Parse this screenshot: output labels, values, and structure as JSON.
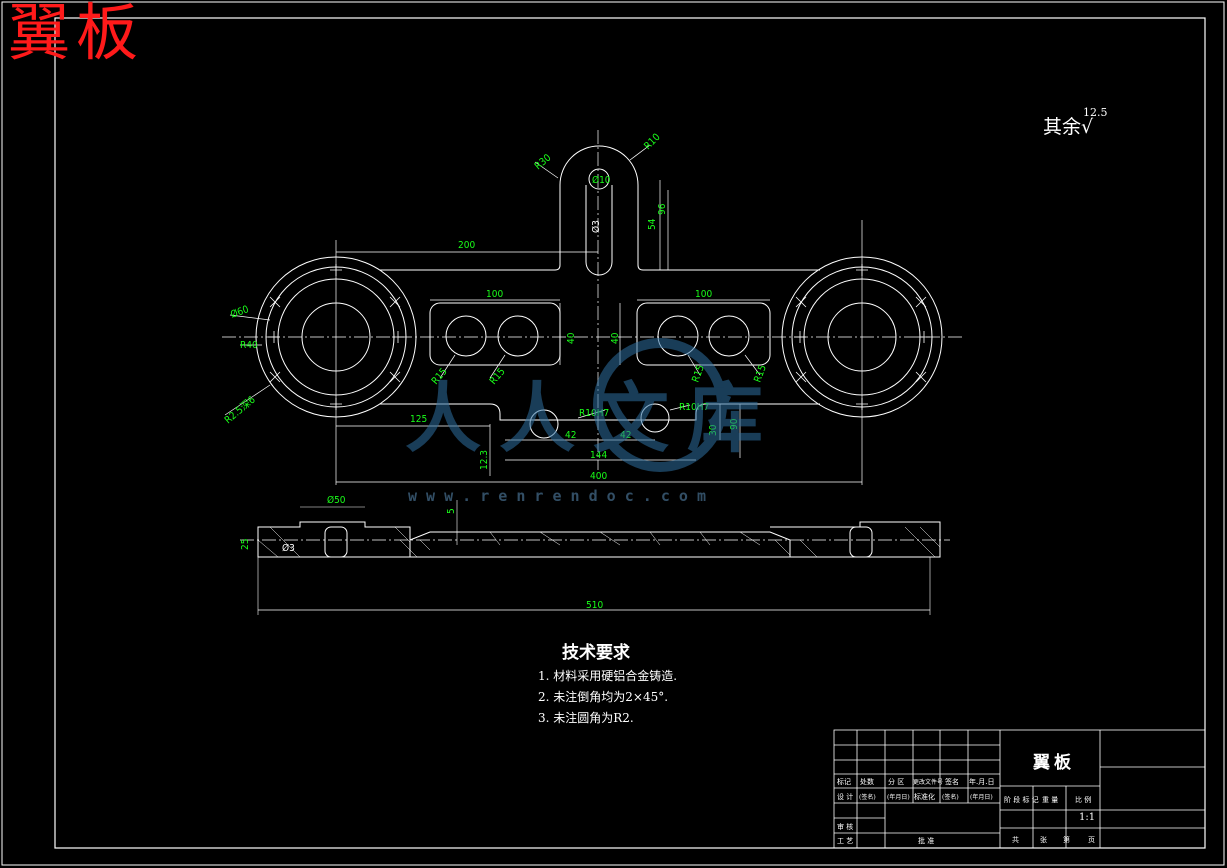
{
  "drawing": {
    "corner_title": "翼板",
    "roughness": {
      "label": "其余",
      "value": "12.5"
    },
    "watermark": {
      "brand": "人人文库",
      "url": "w w w . r e n r e n d o c . c o m"
    }
  },
  "dimensions": {
    "plan": [
      "R10",
      "R30",
      "Ø10",
      "54",
      "96",
      "200",
      "100",
      "100",
      "40",
      "40",
      "Ø60",
      "R40",
      "R2.5深6",
      "R15",
      "R15",
      "R15",
      "R15",
      "125",
      "R10H7",
      "R10H7",
      "42",
      "42",
      "144",
      "12.3",
      "30",
      "90",
      "400",
      "Ø3"
    ],
    "section": [
      "Ø50",
      "5",
      "25",
      "Ø3",
      "510"
    ]
  },
  "tech": {
    "heading": "技术要求",
    "items": [
      "1.  材料采用硬铝合金铸造.",
      "2.  未注倒角均为2×45°.",
      "3.  未注圆角为R2."
    ]
  },
  "title_block": {
    "part_name": "翼板",
    "scale": "1:1",
    "rev_row": [
      "标记",
      "处数",
      "分 区",
      "更改文件号",
      "签名",
      "年.月.日"
    ],
    "design_row": [
      "设 计",
      "(签名)",
      "(年月日)",
      "标准化",
      "(签名)",
      "(年月日)"
    ],
    "stage_row": [
      "阶 段 标 记",
      "重 量",
      "比 例"
    ],
    "left_labels": [
      "审 核",
      "工 艺"
    ],
    "approve": "批 准",
    "sheet_row": [
      "共",
      "张",
      "第",
      "页"
    ]
  }
}
